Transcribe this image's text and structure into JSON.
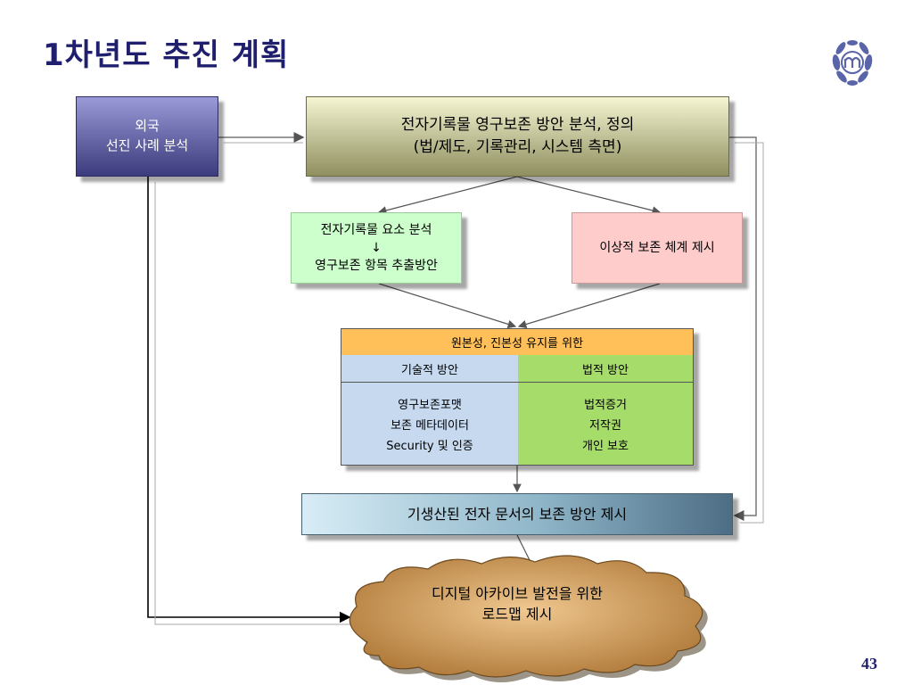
{
  "title": "1차년도 추진 계획",
  "page_number": "43",
  "nodes": {
    "foreign": "외국\n선진 사례 분석",
    "analysis": "전자기록물 영구보존 방안 분석, 정의\n(법/제도, 기록관리, 시스템 측면)",
    "elements": "전자기록물 요소 분석\n↓\n영구보존 항목 추출방안",
    "ideal": "이상적 보존 체계 제시",
    "table": {
      "header": "원본성, 진본성 유지를 위한",
      "left_header": "기술적 방안",
      "right_header": "법적 방안",
      "left_items": [
        "영구보존포맷",
        "보존 메타데이터",
        "Security 및 인증"
      ],
      "right_items": [
        "법적증거",
        "저작권",
        "개인 보호"
      ]
    },
    "result": "기생산된 전자 문서의 보존 방안 제시",
    "cloud": "디지털 아카이브 발전을 위한\n로드맵 제시"
  },
  "colors": {
    "title": "#1f1f6e",
    "table_header": "#ffc05a",
    "tech": "#c6d9ef",
    "legal": "#a6dc6a",
    "cloud": "#c08a4a"
  },
  "icons": {
    "logo": "laurel-wreath-emblem-icon"
  }
}
